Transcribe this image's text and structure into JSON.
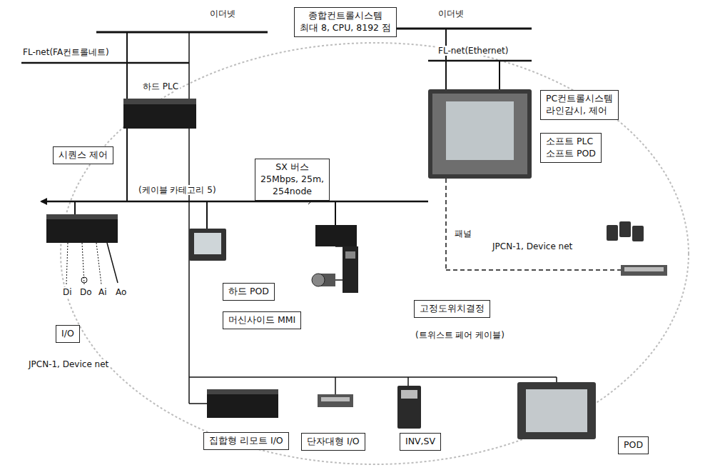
{
  "diagram": {
    "nodes": [
      {
        "text": [
          "종합컨트롤시스템",
          "최대 8, CPU, 8192 점"
        ]
      },
      {
        "text": [
          "PC컨트롤시스템",
          "라인감시, 제어"
        ]
      },
      {
        "text": [
          "SX 버스",
          "25Mbps, 25m,",
          "254node"
        ]
      },
      {
        "text": [
          "시퀀스 제어"
        ]
      },
      {
        "text": [
          "소프트 PLC",
          "소프트 POD"
        ]
      },
      {
        "text": [
          "하드 POD"
        ]
      },
      {
        "text": [
          "머신사이드 MMI"
        ]
      },
      {
        "text": [
          "고정도위치결정"
        ]
      },
      {
        "text": [
          "I/O"
        ]
      },
      {
        "text": [
          "집합형 리모트 I/O"
        ]
      },
      {
        "text": [
          "단자대형 I/O"
        ]
      },
      {
        "text": [
          "INV,SV"
        ]
      },
      {
        "text": [
          "POD"
        ]
      }
    ],
    "labels": [
      "이더넷",
      "FL-net(FA컨트롤네트)",
      "하드 PLC",
      "이더넷",
      "FL-net(Ethernet)",
      "(케이블 카테고리 5)",
      "패널",
      "JPCN-1, Device net",
      "Di",
      "Do",
      "Ai",
      "Ao",
      "(트위스트 페어 케이블)",
      "JPCN-1, Device net"
    ]
  }
}
